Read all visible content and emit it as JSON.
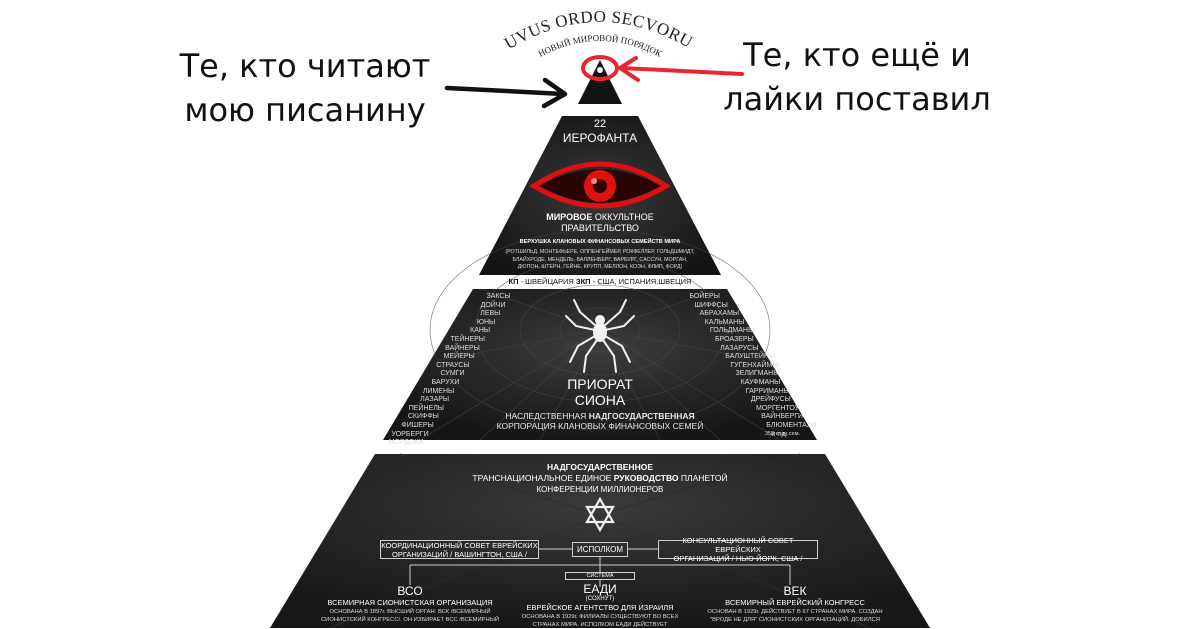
{
  "caption_left": [
    "Те, кто читают",
    "мою писанину"
  ],
  "caption_right": [
    "Те, кто ещё и",
    "лайки поставил"
  ],
  "motto": "NUVUS ORDO SECVORUM",
  "motto_sub": "НОВЫЙ МИРОВОЙ ПОРЯДОК",
  "tier1": {
    "number": "22",
    "title": "ИЕРОФАНТА",
    "heading_bold": "МИРОВОЕ",
    "heading_rest": " ОККУЛЬТНОЕ",
    "heading_line2": "ПРАВИТЕЛЬСТВО",
    "subheading": "ВЕРХУШКА КЛАНОВЫХ ФИНАНСОВЫХ СЕМЕЙСТВ МИРА",
    "names_lines": [
      "(РОТШИЛЬД, МОНТЕФЬЕРЕ, ОППЕНГЕЙМЕР, РОКФЕЛЛЕР, ГОЛЬДШМИДТ,",
      "БЛАЙХРОДЕ, МЕНДЕЛЬ, ВАЛЛЕНБЕРГ, ВАРБУРГ, САССУН, МОРГАН,",
      "ДЮПОН, ШТЕРН, ГЕЙНЕ, КРУПП, МЕЛЛОН, КОЭН, ФЛИП, ФОРД)"
    ]
  },
  "band": {
    "kp": "КП",
    "kp_text": " - ШВЕЙЦАРИЯ ",
    "zkp": "ЗКП",
    "zkp_text": " - США, ИСПАНИЯ,ШВЕЦИЯ"
  },
  "tier2": {
    "title_line1": "ПРИОРАТ",
    "title_line2": "СИОНА",
    "desc_pre": "НАСЛЕДСТВЕННАЯ ",
    "desc_bold": "НАДГОСУДАРСТВЕННАЯ",
    "desc_line2": "КОРПОРАЦИЯ КЛАНОВЫХ ФИНАНСОВЫХ СЕМЕЙ",
    "left_names": [
      "ЗАКСЫ",
      "ДОЙЧИ",
      "ЛЕВЫ",
      "ЮНЫ",
      "КАНЫ",
      "ТЕЙНЕРЫ",
      "ВАЙНЕРЫ",
      "МЕЙЕРЫ",
      "СТРАУСЫ",
      "СУМГИ",
      "БАРУХИ",
      "ЛИМЕНЫ",
      "ЛАЗАРЫ",
      "ПЕЙНЕЛЫ",
      "СКИФФЫ",
      "ФИШЕРЫ",
      "УОРБЕРГИ",
      "МОРДОКИ"
    ],
    "right_names": [
      "БОЙЕРЫ",
      "ШИФФСЫ",
      "АБРАХАМЫ",
      "КАЛЬМАНЫ",
      "ГОЛЬДМАНЫ",
      "БРОАЗЕРЫ",
      "ЛАЗАРУСЫ",
      "БАЛУШТЕЙНЫ",
      "ГУГЕНХАЙМЫ",
      "ЗЕЛИГМАНЫ",
      "КАУФМАНЫ",
      "ГАРРИМАНЫ",
      "ДРЕЙФУСЫ",
      "МОРГЕНТОУ",
      "ВАЙНБЕРГИ",
      "БЛЮМЕНТАЛИ",
      "и т.д."
    ],
    "count_note": "358 клан.сем."
  },
  "tier3": {
    "title_bold": "НАДГОСУДАРСТВЕННОЕ",
    "line2_pre": "ТРАНСНАЦИОНАЛЬНОЕ ЕДИНОЕ ",
    "line2_bold": "РУКОВОДСТВО",
    "line2_post": " ПЛАНЕТОЙ",
    "line3": "КОНФЕРЕНЦИИ МИЛЛИОНЕРОВ",
    "box_left": [
      "КООРДИНАЦИОННЫЙ СОВЕТ ЕВРЕЙСКИХ",
      "ОРГАНИЗАЦИЙ / ВАШИНГТОН, США /"
    ],
    "box_center": "ИСПОЛКОМ",
    "box_right": [
      "КОНСУЛЬТАЦИОННЫЙ СОВЕТ ЕВРЕЙСКИХ",
      "ОРГАНИЗАЦИЙ / НЬЮ-ЙОРК, США /"
    ],
    "system": "СИСТЕМА",
    "org1": {
      "abbr": "ВСО",
      "name": "ВСЕМИРНАЯ СИОНИСТСКАЯ ОРГАНИЗАЦИЯ",
      "desc": [
        "ОСНОВАНА В 1897г. ВЫСШИЙ ОРГАН: ВСК /ВСЕМИРНЫЙ",
        "СИОНИСТСКИЙ КОНГРЕСС/. ОН ИЗБИРАЕТ ВСС /ВСЕМИРНЫЙ"
      ]
    },
    "org2": {
      "abbr": "ЕАДИ",
      "sub": "(СОХНУТ)",
      "name": "ЕВРЕЙСКОЕ АГЕНТСТВО ДЛЯ ИЗРАИЛЯ",
      "desc": [
        "ОСНОВАНА В 1929г. ФИЛИАЛЫ СУЩЕСТВУЮТ ВО ВСЕХ",
        "СТРАНАХ МИРА. ИСПОЛКОМ ЕАДИ ДЕЙСТВУЕТ"
      ]
    },
    "org3": {
      "abbr": "ВЕК",
      "name": "ВСЕМИРНЫЙ ЕВРЕЙСКИЙ КОНГРЕСС",
      "desc": [
        "ОСНОВАН В 1929г. ДЕЙСТВУЕТ В 67 СТРАНАХ МИРА. СОЗДАН",
        "\"ВРОДЕ НЕ ДЛЯ\" СИОНИСТСКИХ ОРГАНИЗАЦИЙ. ДОБИЛСЯ"
      ]
    }
  },
  "colors": {
    "pyramid_dark": "#1b1b1b",
    "eye_red": "#e01010",
    "marker_red": "#e8262e",
    "arrow_black": "#111111"
  }
}
